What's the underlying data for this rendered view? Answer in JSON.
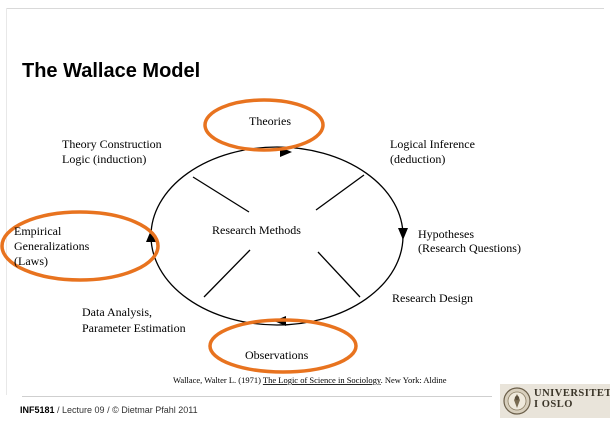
{
  "slide": {
    "title": "The Wallace Model"
  },
  "diagram": {
    "nodes": {
      "theories": "Theories",
      "hypotheses_line1": "Hypotheses",
      "hypotheses_line2": "(Research Questions)",
      "observations": "Observations",
      "empirical_line1": "Empirical",
      "empirical_line2": "Generalizations",
      "empirical_line3": "(Laws)",
      "center": "Research Methods"
    },
    "transitions": {
      "theory_construction_line1": "Theory Construction",
      "theory_construction_line2": "Logic (induction)",
      "logical_inference_line1": "Logical Inference",
      "logical_inference_line2": "(deduction)",
      "research_design": "Research Design",
      "data_analysis_line1": "Data Analysis,",
      "data_analysis_line2": "Parameter Estimation"
    },
    "highlight_color": "#e8731f",
    "line_color": "#000000"
  },
  "citation": {
    "prefix": "Wallace, Walter L. (1971) ",
    "book": "The Logic of Science in Sociology",
    "suffix": ". New York: Aldine"
  },
  "footer": {
    "course": "INF5181",
    "rest": " / Lecture 09 / © Dietmar Pfahl 2011"
  },
  "logo": {
    "line1": "UNIVERSITETET",
    "line2": "I OSLO"
  }
}
